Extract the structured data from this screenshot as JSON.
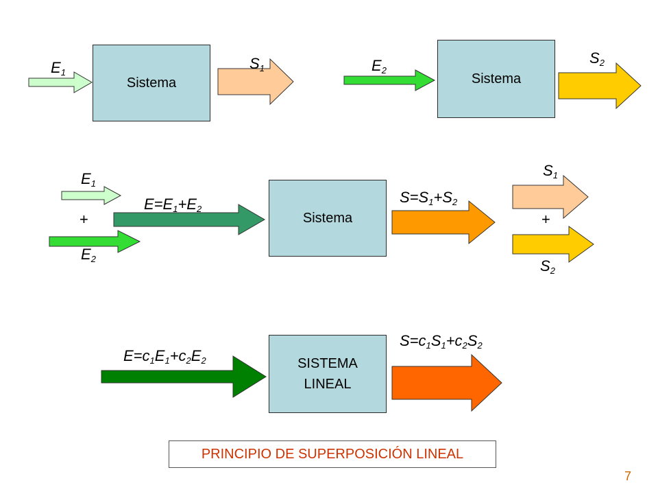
{
  "row1_left": {
    "input_label": {
      "base": "E",
      "sub": "1"
    },
    "system_label": "Sistema",
    "output_label": {
      "base": "S",
      "sub": "1"
    },
    "colors": {
      "input": "#ccffcc",
      "output": "#ffcc99"
    }
  },
  "row1_right": {
    "input_label": {
      "base": "E",
      "sub": "2"
    },
    "system_label": "Sistema",
    "output_label": {
      "base": "S",
      "sub": "2"
    },
    "colors": {
      "input": "#33dd33",
      "output": "#ffcc00"
    }
  },
  "row2": {
    "input1_label": {
      "base": "E",
      "sub": "1"
    },
    "input2_label": {
      "base": "E",
      "sub": "2"
    },
    "plus_left": "+",
    "sum_input_label": {
      "p1": "E=E",
      "s1": "1",
      "p2": "+E",
      "s2": "2"
    },
    "system_label": "Sistema",
    "sum_output_label": {
      "p1": "S=S",
      "s1": "1",
      "p2": "+S",
      "s2": "2"
    },
    "output1_label": {
      "base": "S",
      "sub": "1"
    },
    "output2_label": {
      "base": "S",
      "sub": "2"
    },
    "plus_right": "+",
    "colors": {
      "sum_input": "#339966",
      "sum_output": "#ff9900"
    }
  },
  "row3": {
    "input_label": {
      "p1": "E=c",
      "s1": "1",
      "p2": "E",
      "s2": "1",
      "p3": "+c",
      "s3": "2",
      "p4": "E",
      "s4": "2"
    },
    "system_line1": "SISTEMA",
    "system_line2": "LINEAL",
    "output_label": {
      "p1": "S=c",
      "s1": "1",
      "p2": "S",
      "s2": "1",
      "p3": "+c",
      "s3": "2",
      "p4": "S",
      "s4": "2"
    },
    "colors": {
      "input": "#008000",
      "output": "#ff6600"
    }
  },
  "title": "PRINCIPIO DE SUPERPOSICIÓN LINEAL",
  "page_number": "7"
}
